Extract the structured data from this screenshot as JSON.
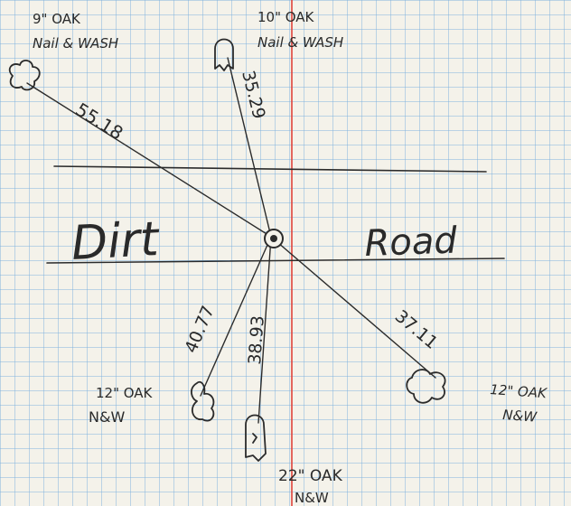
{
  "colors": {
    "paper": "#f4f2ea",
    "grid": "#7fb2dd",
    "margin_line": "#e0433a",
    "ink": "#2b2b2b"
  },
  "road": {
    "word_left": "Dirt",
    "word_right": "Road"
  },
  "center_mark": {
    "icon": "circled-dot-icon"
  },
  "trees": [
    {
      "id": "nw",
      "label_line1": "9\" OAK",
      "label_line2": "Nail & WASH",
      "distance": "55.18",
      "icon": "tree-blob-icon"
    },
    {
      "id": "n",
      "label_line1": "10\" OAK",
      "label_line2": "Nail & WASH",
      "distance": "35.29",
      "icon": "tree-blob-icon"
    },
    {
      "id": "sw",
      "label_line1": "12\" OAK",
      "label_line2": "N&W",
      "distance": "40.77",
      "icon": "tree-blob-icon"
    },
    {
      "id": "s",
      "label_line1": "22\" OAK",
      "label_line2": "N&W",
      "distance": "38.93",
      "icon": "tree-blob-icon"
    },
    {
      "id": "se",
      "label_line1": "12\" OAK",
      "label_line2": "N&W",
      "distance": "37.11",
      "icon": "tree-blob-icon"
    }
  ]
}
